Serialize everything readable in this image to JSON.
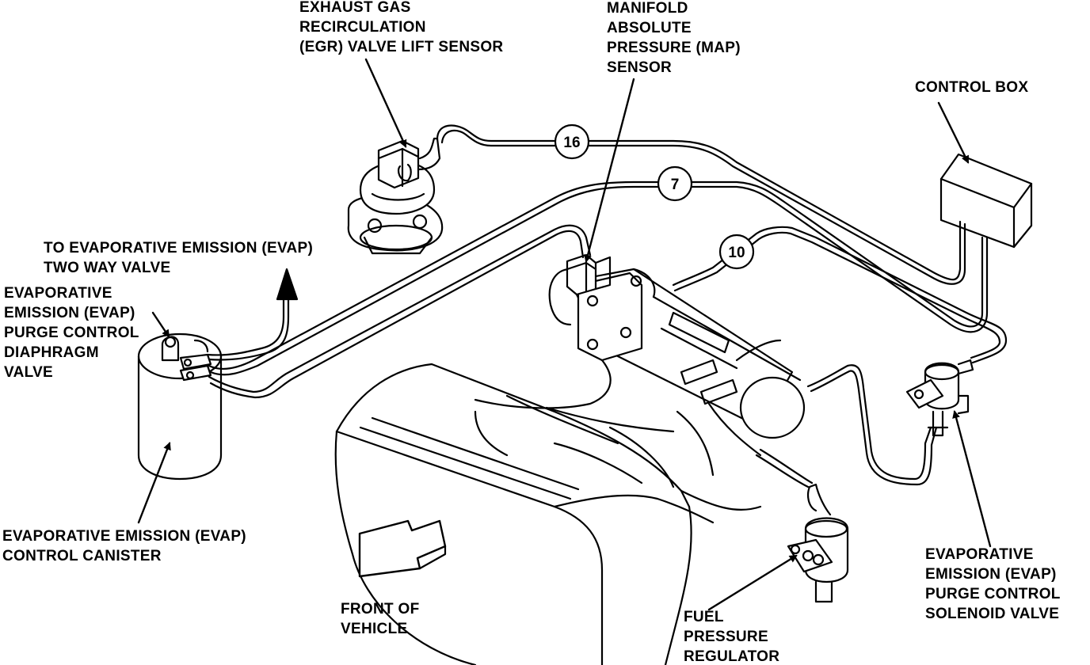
{
  "labels": {
    "egr_sensor": [
      "EXHAUST GAS",
      "RECIRCULATION",
      "(EGR) VALVE LIFT SENSOR"
    ],
    "map_sensor": [
      "MANIFOLD",
      "ABSOLUTE",
      "PRESSURE (MAP)",
      "SENSOR"
    ],
    "control_box": [
      "CONTROL BOX"
    ],
    "two_way_valve": [
      "TO EVAPORATIVE EMISSION (EVAP)",
      "TWO WAY VALVE"
    ],
    "purge_diaphragm": [
      "EVAPORATIVE",
      "EMISSION (EVAP)",
      "PURGE CONTROL",
      "DIAPHRAGM",
      "VALVE"
    ],
    "canister": [
      "EVAPORATIVE EMISSION (EVAP)",
      "CONTROL CANISTER"
    ],
    "front": [
      "FRONT OF",
      "VEHICLE"
    ],
    "fuel_regulator": [
      "FUEL",
      "PRESSURE",
      "REGULATOR"
    ],
    "purge_solenoid": [
      "EVAPORATIVE",
      "EMISSION (EVAP)",
      "PURGE CONTROL",
      "SOLENOID VALVE"
    ]
  },
  "hose_numbers": {
    "hose_16": "16",
    "hose_7": "7",
    "hose_10": "10"
  },
  "colors": {
    "ink": "#000000",
    "paper": "#ffffff"
  }
}
